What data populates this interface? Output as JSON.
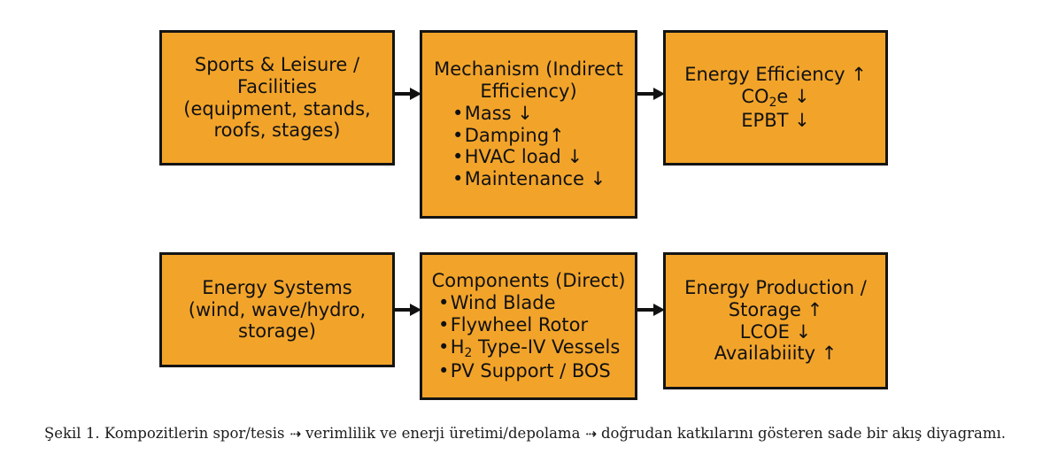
{
  "figure": {
    "colors": {
      "box_fill": "#F2A42A",
      "box_border": "#141414",
      "text": "#111111",
      "arrow": "#111111",
      "caption_text": "#1c1c1c",
      "background": "#ffffff"
    },
    "caption": {
      "prefix": "Şekil 1. Kompozitlerin spor/tesis",
      "arrow_glyph": "⇢",
      "segment_2": "verimlilik ve enerji üretimi/depolama",
      "segment_3": "doğrudan katkılarını gösteren sade bir akış diyagramı."
    },
    "rows": [
      {
        "id": "row-indirect",
        "source": {
          "name": "sports-leisure-facilities",
          "lines": [
            "Sports & Leisure /",
            "Facilities",
            "(equipment, stands,",
            "roofs, stages)"
          ]
        },
        "middle": {
          "name": "mechanism-indirect-efficiency",
          "title_lines": [
            "Mechanism (Indirect",
            "Efficiency)"
          ],
          "bullets": [
            "Mass ↓",
            "Damping↑",
            "HVAC load ↓",
            "Maintenance ↓"
          ]
        },
        "outcome": {
          "name": "energy-efficiency-outcome",
          "lines": [
            "Energy Efficiency ↑",
            "CO2e ↓",
            "EPBT ↓"
          ]
        }
      },
      {
        "id": "row-direct",
        "source": {
          "name": "energy-systems",
          "lines": [
            "Energy Systems",
            "(wind, wave/hydro,",
            "storage)"
          ]
        },
        "middle": {
          "name": "components-direct",
          "title_lines": [
            "Components (Direct)"
          ],
          "bullets": [
            "Wind Blade",
            "Flywheel Rotor",
            "H2 Type-IV Vessels",
            "PV Support / BOS"
          ]
        },
        "outcome": {
          "name": "energy-production-outcome",
          "lines": [
            "Energy Production /",
            "Storage ↑",
            "LCOE ↓",
            "Availabiiity ↑"
          ]
        }
      }
    ],
    "bullet_marker": "•",
    "arrows": [
      {
        "name": "arrow-sports-to-mechanism"
      },
      {
        "name": "arrow-mechanism-to-efficiency"
      },
      {
        "name": "arrow-energy-to-components"
      },
      {
        "name": "arrow-components-to-production"
      }
    ]
  }
}
